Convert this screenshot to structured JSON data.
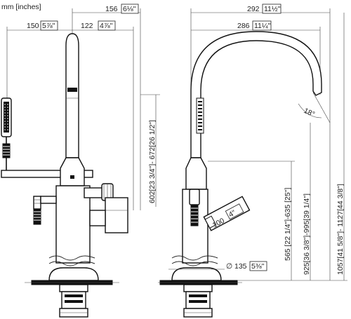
{
  "drawing": {
    "units_label": "mm [inches]",
    "front_view": {
      "dims": {
        "top_width": "156",
        "top_width_in": "6⅛\"",
        "left_width": "150",
        "left_width_in": "5⅞\"",
        "right_width": "122",
        "right_width_in": "4⅞\"",
        "height_range": "602[23 3/4\"]- 672[26 1/2\"]"
      }
    },
    "side_view": {
      "dims": {
        "outer_width": "292",
        "outer_width_in": "11½\"",
        "inner_width": "286",
        "inner_width_in": "11¼\"",
        "angle": "18°",
        "lever": "100",
        "lever_in": "4\"",
        "diameter_symbol": "∅",
        "diameter": "135",
        "diameter_in": "5⅜\"",
        "h_565": "565 [22 1/4\"]-635 [25\"]",
        "h_925": "925[36 3/8\"]-995[39 1/4\"]",
        "h_1057": "1057[41 5/8\"]- 1127[44 3/8\"]"
      }
    }
  }
}
